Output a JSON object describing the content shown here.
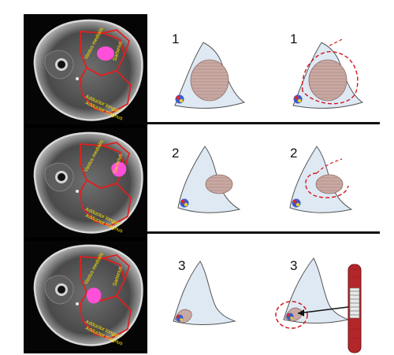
{
  "mri_labels": {
    "upper_left": "Vastus medialis",
    "upper_right": "Sartorius",
    "adductor_longus": "Adductor longus",
    "adductor_magnus": "Adductor magnus"
  },
  "stages": [
    {
      "number": "1",
      "tumor_position": "center",
      "resection": "compartment"
    },
    {
      "number": "2",
      "tumor_position": "edge",
      "resection": "wide"
    },
    {
      "number": "3",
      "tumor_position": "neurovascular bundle",
      "resection": "with vessel graft"
    }
  ],
  "colors": {
    "compartment_outline": "#e02020",
    "tumor_marker": "#ff4fd8",
    "label_text": "#ffe600",
    "resection_line": "#d01818",
    "sketch_fill": "#dfe9f4",
    "tumor_fill": "#c9a9a3"
  }
}
